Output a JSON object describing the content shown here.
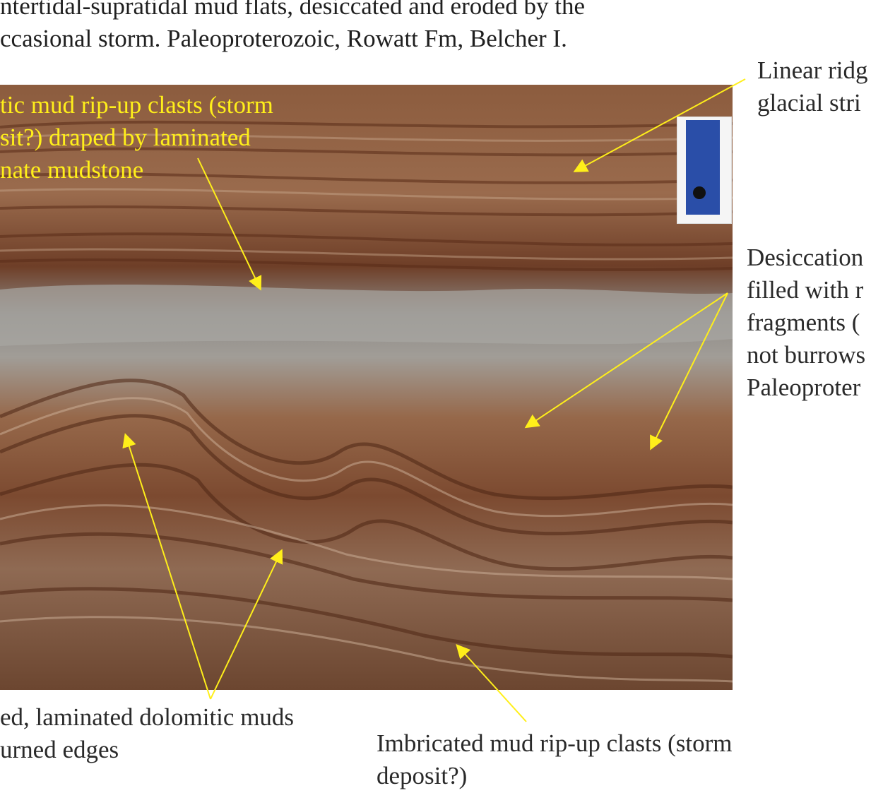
{
  "caption": {
    "line1": "ntertidal-supratidal mud flats, desiccated and eroded by the",
    "line2": "ccasional storm. Paleoproterozoic, Rowatt Fm, Belcher I."
  },
  "labels": {
    "ripup_top": {
      "line1": "tic mud rip-up clasts (storm",
      "line2": "sit?) draped by laminated",
      "line3": "nate mudstone"
    },
    "linear_ridges": {
      "line1": "Linear ridg",
      "line2": "glacial stri"
    },
    "desiccation": {
      "line1": "Desiccation",
      "line2": "filled with r",
      "line3": "fragments (",
      "line4": "not burrows",
      "line5": "Paleoproter"
    },
    "laminated": {
      "line1": "ed, laminated dolomitic muds",
      "line2": "urned edges"
    },
    "imbricated": {
      "line1": "Imbricated mud rip-up clasts (storm",
      "line2": "deposit?)"
    }
  },
  "colors": {
    "annotation": "#ffef1a",
    "text": "#2a2a2a"
  }
}
